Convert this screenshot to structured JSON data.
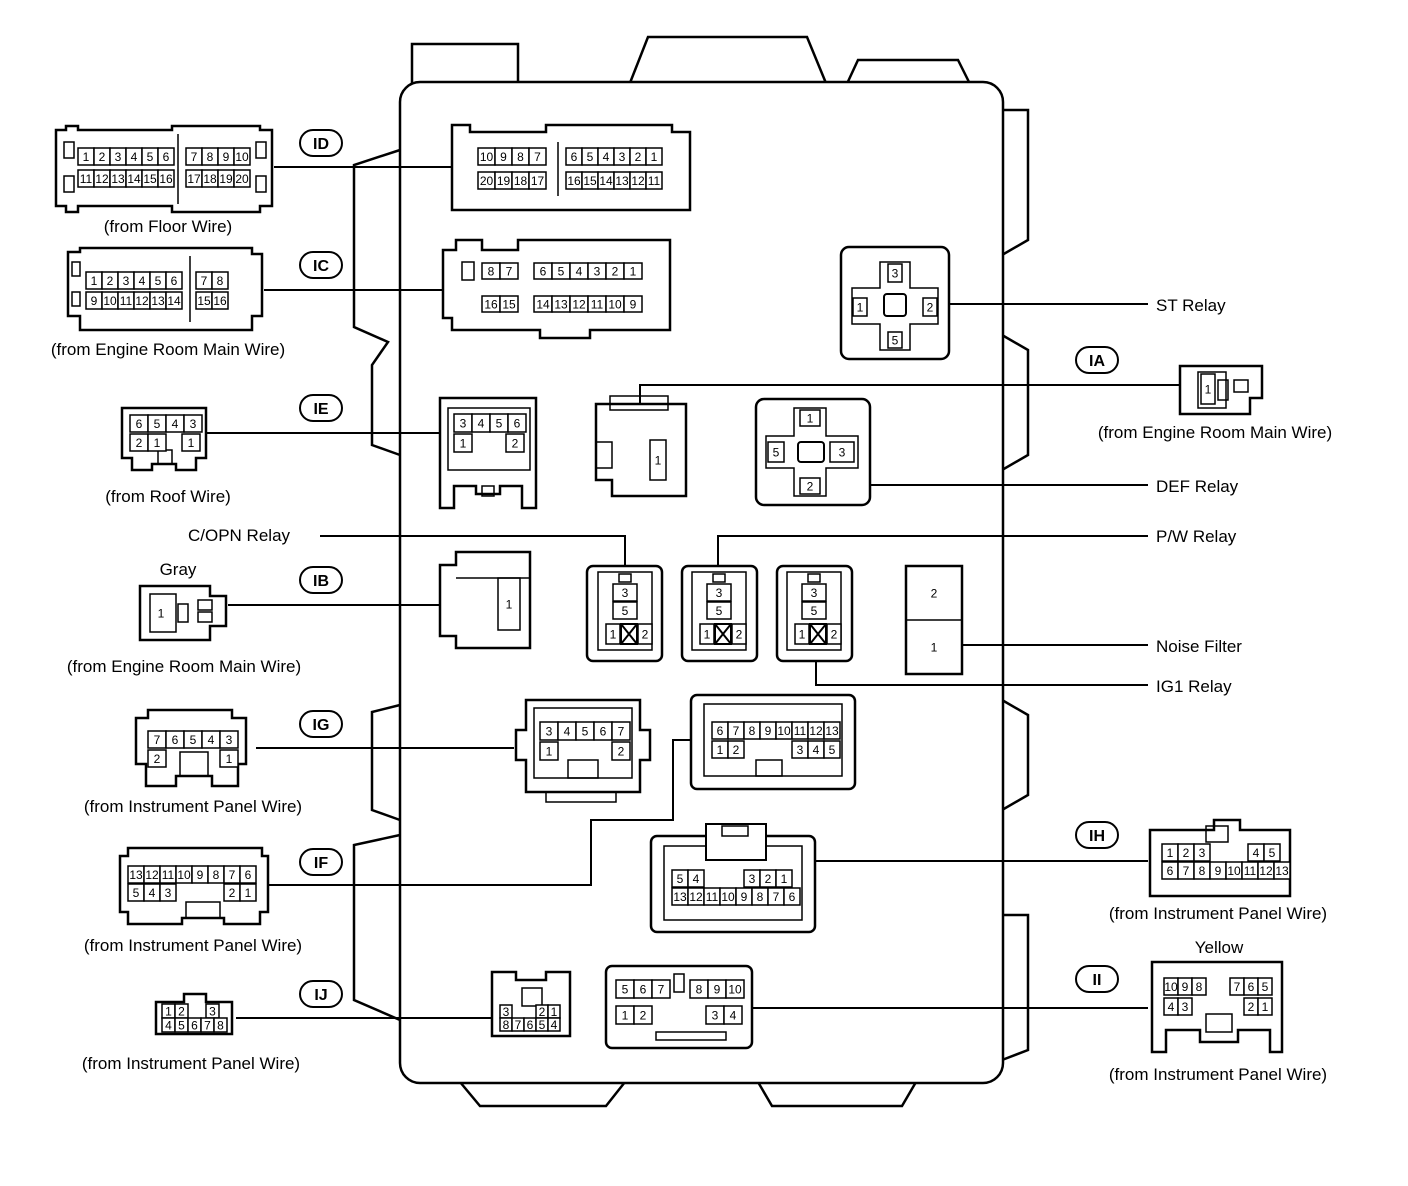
{
  "labels": {
    "from_floor": "(from Floor Wire)",
    "from_erm_ic": "(from Engine Room Main Wire)",
    "from_roof": "(from Roof Wire)",
    "gray": "Gray",
    "from_erm_ib": "(from Engine  Room Main Wire)",
    "from_ip_ig": "(from Instrument Panel Wire)",
    "from_ip_if": "(from Instrument Panel Wire)",
    "from_ip_ij": "(from Instrument Panel Wire)",
    "from_erm_ia": "(from Engine Room Main Wire)",
    "from_ip_ih": "(from Instrument Panel Wire)",
    "yellow": "Yellow",
    "from_ip_ii": "(from Instrument Panel Wire)",
    "st_relay": "ST Relay",
    "def_relay": "DEF Relay",
    "copn_relay": "C/OPN Relay",
    "pw_relay": "P/W Relay",
    "noise_filter": "Noise Filter",
    "ig1_relay": "IG1 Relay"
  },
  "tags": {
    "id": "ID",
    "ic": "IC",
    "ie": "IE",
    "ib": "IB",
    "ig": "IG",
    "if": "IF",
    "ij": "IJ",
    "ia": "IA",
    "ih": "IH",
    "ii": "II"
  },
  "pins": {
    "id_plug_r1": [
      "1",
      "2",
      "3",
      "4",
      "5",
      "6"
    ],
    "id_plug_r1b": [
      "7",
      "8",
      "9",
      "10"
    ],
    "id_plug_r2": [
      "11",
      "12",
      "13",
      "14",
      "15",
      "16"
    ],
    "id_plug_r2b": [
      "17",
      "18",
      "19",
      "20"
    ],
    "id_sock_r1a": [
      "10",
      "9",
      "8",
      "7"
    ],
    "id_sock_r1b": [
      "6",
      "5",
      "4",
      "3",
      "2",
      "1"
    ],
    "id_sock_r2a": [
      "20",
      "19",
      "18",
      "17"
    ],
    "id_sock_r2b": [
      "16",
      "15",
      "14",
      "13",
      "12",
      "11"
    ],
    "ic_plug_r1": [
      "1",
      "2",
      "3",
      "4",
      "5",
      "6"
    ],
    "ic_plug_r1b": [
      "7",
      "8"
    ],
    "ic_plug_r2": [
      "9",
      "10",
      "11",
      "12",
      "13",
      "14"
    ],
    "ic_plug_r2b": [
      "15",
      "16"
    ],
    "ic_sock_r1a": [
      "8",
      "7"
    ],
    "ic_sock_r1b": [
      "6",
      "5",
      "4",
      "3",
      "2",
      "1"
    ],
    "ic_sock_r2a": [
      "16",
      "15"
    ],
    "ic_sock_r2b": [
      "14",
      "13",
      "12",
      "11",
      "10",
      "9"
    ],
    "ie_plug_r1": [
      "6",
      "5",
      "4",
      "3"
    ],
    "ie_plug_r2": [
      "2",
      "1"
    ],
    "ie_sock_r1": [
      "3",
      "4",
      "5",
      "6"
    ],
    "ie_sock_r2": [
      "1",
      "2"
    ],
    "ig_plug_r1": [
      "7",
      "6",
      "5",
      "4",
      "3"
    ],
    "ig_plug_r2": [
      "2",
      "1"
    ],
    "ig_sock_r1": [
      "3",
      "4",
      "5",
      "6",
      "7"
    ],
    "ig_sock_r2": [
      "1",
      "2"
    ],
    "if_plug_r1": [
      "13",
      "12",
      "11",
      "10",
      "9",
      "8",
      "7",
      "6"
    ],
    "if_plug_r2a": [
      "5",
      "4",
      "3"
    ],
    "if_plug_r2b": [
      "2",
      "1"
    ],
    "if_sock_r1": [
      "6",
      "7",
      "8",
      "9",
      "10",
      "11",
      "12",
      "13"
    ],
    "if_sock_r2a": [
      "1",
      "2"
    ],
    "if_sock_r2b": [
      "3",
      "4",
      "5"
    ],
    "ij_plug_r1a": [
      "1",
      "2"
    ],
    "ij_plug_r1b": [
      "3"
    ],
    "ij_plug_r2": [
      "4",
      "5",
      "6",
      "7",
      "8"
    ],
    "ij_sock_r1a": [
      "3"
    ],
    "ij_sock_r1b": [
      "2",
      "1"
    ],
    "ij_sock_r2": [
      "8",
      "7",
      "6",
      "5",
      "4"
    ],
    "ih_plug_r1a": [
      "1",
      "2",
      "3"
    ],
    "ih_plug_r1b": [
      "4",
      "5"
    ],
    "ih_plug_r2": [
      "6",
      "7",
      "8",
      "9",
      "10",
      "11",
      "12",
      "13"
    ],
    "ih_sock_r1a": [
      "5",
      "4"
    ],
    "ih_sock_r1b": [
      "3",
      "2",
      "1"
    ],
    "ih_sock_r2": [
      "13",
      "12",
      "11",
      "10",
      "9",
      "8",
      "7",
      "6"
    ],
    "ii_plug_r1a": [
      "10",
      "9",
      "8"
    ],
    "ii_plug_r1b": [
      "7",
      "6",
      "5"
    ],
    "ii_plug_r2a": [
      "4",
      "3"
    ],
    "ii_plug_r2b": [
      "2",
      "1"
    ],
    "ii_sock_r1a": [
      "5",
      "6",
      "7"
    ],
    "ii_sock_r1b": [
      "8",
      "9",
      "10"
    ],
    "ii_sock_r2a": [
      "1",
      "2"
    ],
    "ii_sock_r2b": [
      "3",
      "4"
    ],
    "st_relay": [
      "3",
      "1",
      "2",
      "5"
    ],
    "def_relay": [
      "1",
      "5",
      "3",
      "2"
    ],
    "ia_plug": "1",
    "ia_sock": "1",
    "ib_plug": "1",
    "ib_sock": "1",
    "copn_relay": [
      "3",
      "5",
      "1",
      "2"
    ],
    "pw_relay": [
      "3",
      "5",
      "1",
      "2"
    ],
    "ig1_relay": [
      "3",
      "5",
      "1",
      "2"
    ],
    "noise_filter": [
      "2",
      "1"
    ]
  }
}
